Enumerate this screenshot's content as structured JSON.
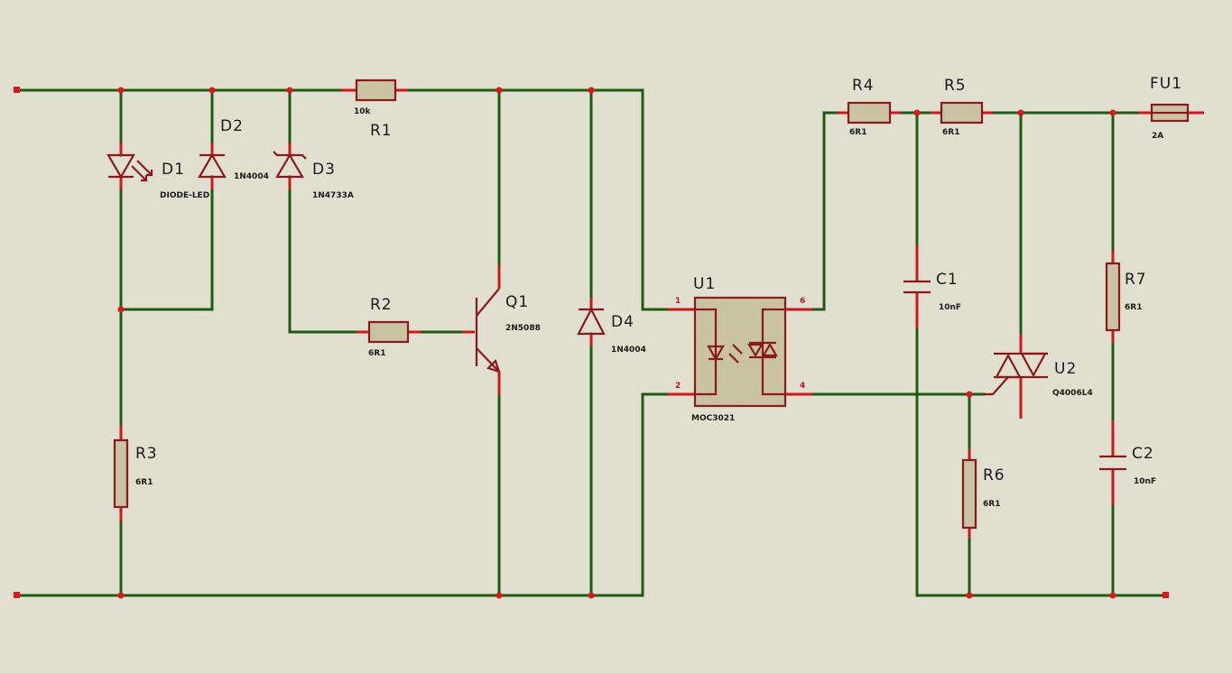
{
  "components": {
    "R1": {
      "ref": "R1",
      "value": "10k"
    },
    "R2": {
      "ref": "R2",
      "value": "6R1"
    },
    "R3": {
      "ref": "R3",
      "value": "6R1"
    },
    "R4": {
      "ref": "R4",
      "value": "6R1"
    },
    "R5": {
      "ref": "R5",
      "value": "6R1"
    },
    "R6": {
      "ref": "R6",
      "value": "6R1"
    },
    "R7": {
      "ref": "R7",
      "value": "6R1"
    },
    "D1": {
      "ref": "D1",
      "value": "DIODE-LED"
    },
    "D2": {
      "ref": "D2",
      "value": "1N4004"
    },
    "D3": {
      "ref": "D3",
      "value": "1N4733A"
    },
    "D4": {
      "ref": "D4",
      "value": "1N4004"
    },
    "Q1": {
      "ref": "Q1",
      "value": "2N5088"
    },
    "U1": {
      "ref": "U1",
      "value": "MOC3021",
      "pins": [
        "1",
        "2",
        "6",
        "4"
      ]
    },
    "U2": {
      "ref": "U2",
      "value": "Q4006L4"
    },
    "C1": {
      "ref": "C1",
      "value": "10nF"
    },
    "C2": {
      "ref": "C2",
      "value": "10nF"
    },
    "FU1": {
      "ref": "FU1",
      "value": "2A"
    }
  },
  "colors": {
    "wire": "#1f5a12",
    "lead": "#cc1a1a",
    "body": "#c9c3a3",
    "background": "#e0dfd0"
  }
}
